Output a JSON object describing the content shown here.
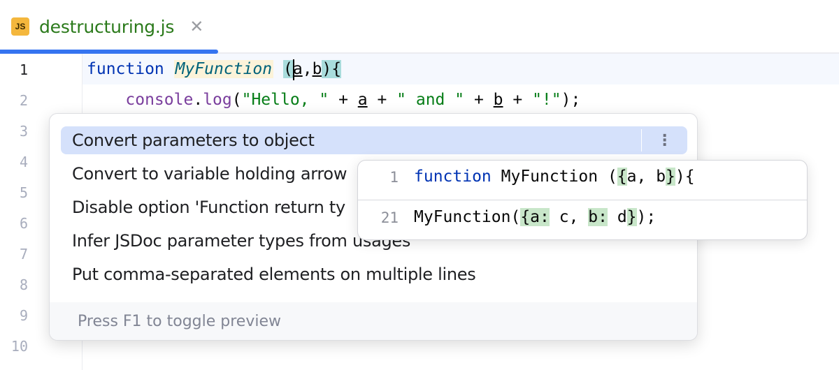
{
  "tab": {
    "icon_label": "JS",
    "filename": "destructuring.js",
    "close_glyph": "✕"
  },
  "gutter": {
    "line_numbers": [
      "1",
      "2",
      "3",
      "4",
      "5",
      "6",
      "7",
      "8",
      "9",
      "10"
    ]
  },
  "code": {
    "line1": {
      "keyword": "function",
      "name": "MyFunction",
      "open_paren": "(",
      "param_a": "a",
      "comma": ",",
      "param_b": "b",
      "close": "){"
    },
    "line2": {
      "indent": "    ",
      "object": "console",
      "dot": ".",
      "method": "log",
      "open": "(",
      "str1": "\"Hello, \"",
      "plus1": " + ",
      "var_a": "a",
      "plus2": " + ",
      "str2": "\" and \"",
      "plus3": " + ",
      "var_b": "b",
      "plus4": " + ",
      "str3": "\"!\"",
      "close": ");"
    }
  },
  "popup": {
    "items": [
      {
        "label": "Convert parameters to object",
        "selected": true
      },
      {
        "label": "Convert to variable holding arrow"
      },
      {
        "label": "Disable option 'Function return ty"
      },
      {
        "label": "Infer JSDoc parameter types from usages"
      },
      {
        "label": "Put comma-separated elements on multiple lines"
      }
    ],
    "more_glyph": "⋮",
    "footer": "Press F1 to toggle preview"
  },
  "preview": {
    "row1": {
      "line_number": "1",
      "keyword": "function",
      "name_part": " MyFunction (",
      "hl_open": "{",
      "middle": "a, b",
      "hl_close": "}",
      "tail": "){"
    },
    "row2": {
      "line_number": "21",
      "name_part": "MyFunction(",
      "hl1": "{a:",
      "mid1": " c, ",
      "hl2": "b:",
      "mid2": " d",
      "hl3": "}",
      "tail": ");"
    }
  },
  "colors": {
    "accent": "#3574f0",
    "selection": "#d5e1fb",
    "keyword": "#0033b3",
    "string": "#067d17",
    "method": "#7a3e9d",
    "tab_text": "#2b7a1b"
  }
}
